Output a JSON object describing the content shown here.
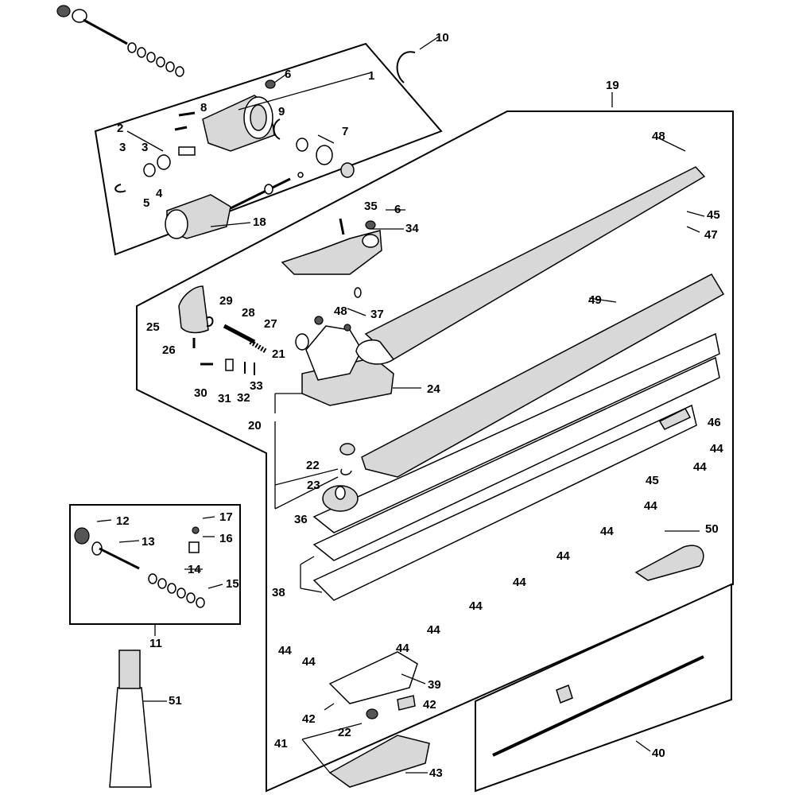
{
  "labels": {
    "l1": "1",
    "l2": "2",
    "l3a": "3",
    "l3b": "3",
    "l4": "4",
    "l5": "5",
    "l6a": "6",
    "l6b": "6",
    "l7": "7",
    "l8": "8",
    "l9": "9",
    "l10": "10",
    "l11": "11",
    "l12": "12",
    "l13": "13",
    "l14": "14",
    "l15": "15",
    "l16": "16",
    "l17": "17",
    "l18": "18",
    "l19": "19",
    "l20": "20",
    "l21": "21",
    "l22a": "22",
    "l22b": "22",
    "l23": "23",
    "l24": "24",
    "l25": "25",
    "l26": "26",
    "l27": "27",
    "l28": "28",
    "l29": "29",
    "l30": "30",
    "l31": "31",
    "l32": "32",
    "l33": "33",
    "l34": "34",
    "l35": "35",
    "l36": "36",
    "l37": "37",
    "l38": "38",
    "l39": "39",
    "l40": "40",
    "l41": "41",
    "l42a": "42",
    "l42b": "42",
    "l43": "43",
    "l44a": "44",
    "l44b": "44",
    "l44c": "44",
    "l44d": "44",
    "l44e": "44",
    "l44f": "44",
    "l44g": "44",
    "l44h": "44",
    "l44i": "44",
    "l44j": "44",
    "l44k": "44",
    "l45a": "45",
    "l45b": "45",
    "l46": "46",
    "l47": "47",
    "l48a": "48",
    "l48b": "48",
    "l49": "49",
    "l50": "50",
    "l51": "51"
  }
}
